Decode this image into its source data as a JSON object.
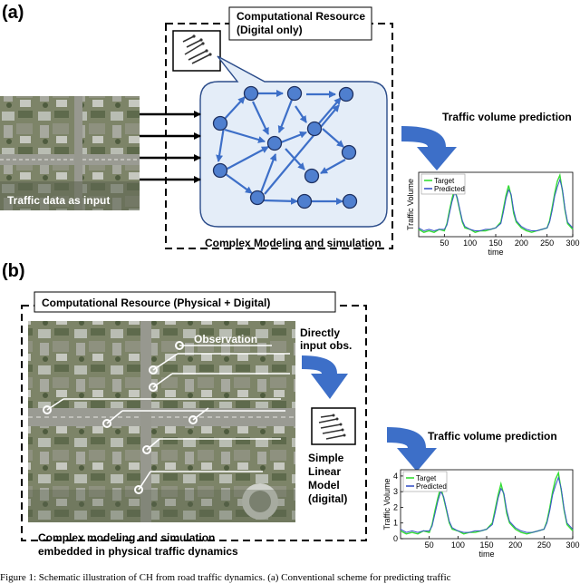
{
  "panel_a": {
    "label": "(a)",
    "resource_title_line1": "Computational Resource",
    "resource_title_line2": "(Digital only)",
    "input_label": "Traffic data as input",
    "modeling_label": "Complex Modeling and simulation",
    "prediction_label": "Traffic volume prediction"
  },
  "panel_b": {
    "label": "(b)",
    "resource_title": "Computational Resource (Physical + Digital)",
    "observation_label": "Observation",
    "direct_line1": "Directly",
    "direct_line2": "input obs.",
    "model_line1": "Simple",
    "model_line2": "Linear",
    "model_line3": "Model",
    "model_line4": "(digital)",
    "embedded_line1": "Complex modeling and simulation",
    "embedded_line2": "embedded in physical traffic dynamics",
    "prediction_label": "Traffic volume prediction"
  },
  "caption": "Figure 1: Schematic illustration of CH from road traffic dynamics. (a) Conventional scheme for predicting traffic",
  "colors": {
    "node_blue": "#4f7fcf",
    "arrow_blue": "#3d6fc8",
    "target_green": "#33dd33",
    "predicted_blue": "#3a55c8"
  },
  "chart_data": [
    {
      "type": "line",
      "ylabel": "Traffic Volume",
      "xlabel": "time",
      "xlim": [
        0,
        300
      ],
      "ylim": [
        0,
        4.4
      ],
      "xticks": [
        50,
        100,
        150,
        200,
        250,
        300
      ],
      "yticks": [],
      "legend": "top-left",
      "series": [
        {
          "name": "Target",
          "color": "#33dd33",
          "x": [
            0,
            10,
            20,
            30,
            40,
            50,
            55,
            60,
            65,
            70,
            75,
            80,
            85,
            90,
            100,
            110,
            120,
            130,
            140,
            150,
            160,
            165,
            170,
            175,
            180,
            185,
            190,
            200,
            210,
            220,
            230,
            240,
            250,
            255,
            260,
            265,
            270,
            275,
            280,
            285,
            290,
            300
          ],
          "y": [
            0.5,
            0.3,
            0.4,
            0.3,
            0.5,
            0.4,
            0.9,
            1.8,
            2.6,
            3.3,
            2.6,
            1.8,
            1.0,
            0.6,
            0.5,
            0.3,
            0.4,
            0.4,
            0.5,
            0.6,
            1.0,
            1.9,
            2.8,
            3.5,
            2.8,
            1.6,
            1.0,
            0.6,
            0.4,
            0.3,
            0.4,
            0.5,
            0.6,
            1.1,
            2.0,
            3.0,
            3.8,
            4.2,
            3.1,
            1.8,
            0.9,
            0.5
          ]
        },
        {
          "name": "Predicted",
          "color": "#3a55c8",
          "x": [
            0,
            10,
            20,
            30,
            40,
            50,
            55,
            60,
            65,
            70,
            75,
            80,
            85,
            90,
            100,
            110,
            120,
            130,
            140,
            150,
            160,
            165,
            170,
            175,
            180,
            185,
            190,
            200,
            210,
            220,
            230,
            240,
            250,
            255,
            260,
            265,
            270,
            275,
            280,
            285,
            290,
            300
          ],
          "y": [
            0.6,
            0.4,
            0.5,
            0.4,
            0.5,
            0.5,
            0.8,
            1.6,
            2.4,
            3.0,
            2.7,
            1.9,
            1.1,
            0.7,
            0.5,
            0.4,
            0.4,
            0.5,
            0.5,
            0.6,
            0.9,
            1.7,
            2.6,
            3.2,
            2.9,
            1.8,
            1.1,
            0.7,
            0.5,
            0.4,
            0.4,
            0.5,
            0.6,
            1.0,
            1.8,
            2.8,
            3.4,
            3.9,
            3.2,
            1.9,
            1.0,
            0.6
          ]
        }
      ]
    },
    {
      "type": "line",
      "ylabel": "Traffic Volume",
      "xlabel": "time",
      "xlim": [
        0,
        300
      ],
      "ylim": [
        0,
        4.4
      ],
      "xticks": [
        50,
        100,
        150,
        200,
        250,
        300
      ],
      "yticks": [
        0,
        1,
        2,
        3,
        4
      ],
      "legend": "top-left",
      "series": [
        {
          "name": "Target",
          "color": "#33dd33",
          "x": [
            0,
            10,
            20,
            30,
            40,
            50,
            55,
            60,
            65,
            70,
            75,
            80,
            85,
            90,
            100,
            110,
            120,
            130,
            140,
            150,
            160,
            165,
            170,
            175,
            180,
            185,
            190,
            200,
            210,
            220,
            230,
            240,
            250,
            255,
            260,
            265,
            270,
            275,
            280,
            285,
            290,
            300
          ],
          "y": [
            0.5,
            0.3,
            0.4,
            0.3,
            0.5,
            0.4,
            0.9,
            1.8,
            2.6,
            3.3,
            2.6,
            1.8,
            1.0,
            0.6,
            0.5,
            0.3,
            0.4,
            0.4,
            0.5,
            0.6,
            1.0,
            1.9,
            2.8,
            3.5,
            2.8,
            1.6,
            1.0,
            0.6,
            0.4,
            0.3,
            0.4,
            0.5,
            0.6,
            1.1,
            2.0,
            3.0,
            3.8,
            4.2,
            3.1,
            1.8,
            0.9,
            0.5
          ]
        },
        {
          "name": "Predicted",
          "color": "#3a55c8",
          "x": [
            0,
            10,
            20,
            30,
            40,
            50,
            55,
            60,
            65,
            70,
            75,
            80,
            85,
            90,
            100,
            110,
            120,
            130,
            140,
            150,
            160,
            165,
            170,
            175,
            180,
            185,
            190,
            200,
            210,
            220,
            230,
            240,
            250,
            255,
            260,
            265,
            270,
            275,
            280,
            285,
            290,
            300
          ],
          "y": [
            0.6,
            0.4,
            0.5,
            0.4,
            0.5,
            0.5,
            0.8,
            1.6,
            2.4,
            3.0,
            2.7,
            1.9,
            1.1,
            0.7,
            0.5,
            0.4,
            0.4,
            0.5,
            0.5,
            0.6,
            0.9,
            1.7,
            2.6,
            3.2,
            2.9,
            1.8,
            1.1,
            0.7,
            0.5,
            0.4,
            0.4,
            0.5,
            0.6,
            1.0,
            1.8,
            2.8,
            3.4,
            3.9,
            3.2,
            1.9,
            1.0,
            0.6
          ]
        }
      ]
    }
  ]
}
